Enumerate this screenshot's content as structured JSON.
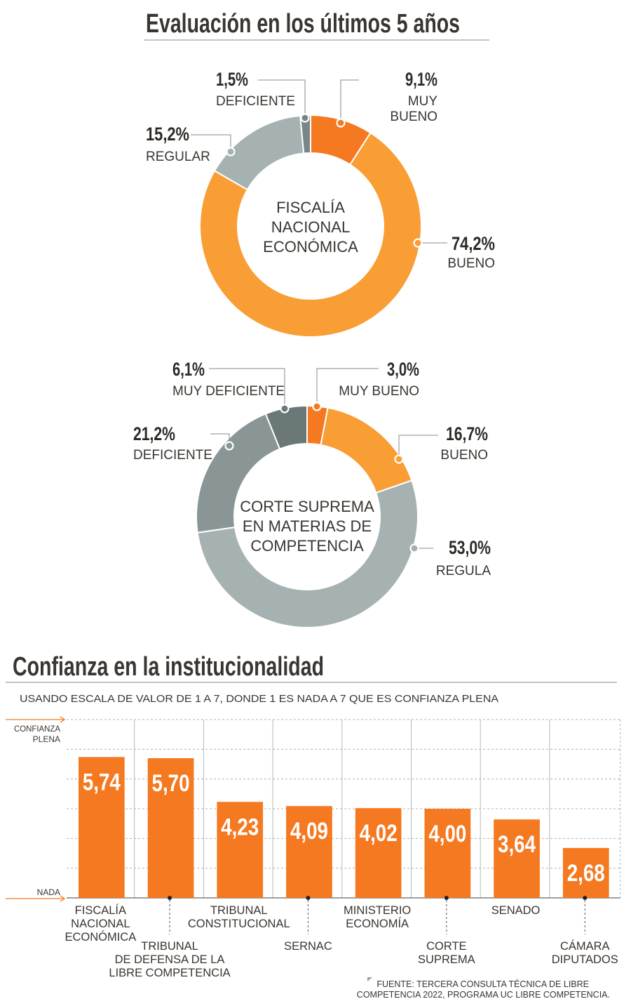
{
  "section1": {
    "title": "Evaluación en los últimos 5 años"
  },
  "section2": {
    "title": "Confianza en la institucionalidad",
    "subtitle": "USANDO ESCALA DE VALOR DE 1 A 7, DONDE 1 ES NADA A 7 QUE ES CONFIANZA PLENA",
    "source": [
      "FUENTE: TERCERA CONSULTA TÉCNICA DE LIBRE",
      "COMPETENCIA 2022, PROGRAMA UC LIBRE COMPETENCIA."
    ]
  },
  "chart_data": [
    {
      "type": "pie",
      "donut": true,
      "center_label": [
        "FISCALÍA",
        "NACIONAL",
        "ECONÓMICA"
      ],
      "slices": [
        {
          "label": [
            "MUY",
            "BUENO"
          ],
          "value_text": "9,1%",
          "value": 9.1,
          "color": "#f47920"
        },
        {
          "label": [
            "BUENO"
          ],
          "value_text": "74,2%",
          "value": 74.2,
          "color": "#f99d35"
        },
        {
          "label": [
            "REGULAR"
          ],
          "value_text": "15,2%",
          "value": 15.2,
          "color": "#a6b2b2"
        },
        {
          "label": [
            "DEFICIENTE"
          ],
          "value_text": "1,5%",
          "value": 1.5,
          "color": "#7a8686"
        }
      ]
    },
    {
      "type": "pie",
      "donut": true,
      "center_label": [
        "CORTE SUPREMA",
        "EN MATERIAS DE",
        "COMPETENCIA"
      ],
      "slices": [
        {
          "label": [
            "MUY BUENO"
          ],
          "value_text": "3,0%",
          "value": 3.0,
          "color": "#f47920"
        },
        {
          "label": [
            "BUENO"
          ],
          "value_text": "16,7%",
          "value": 16.7,
          "color": "#f99d35"
        },
        {
          "label": [
            "REGULA"
          ],
          "value_text": "53,0%",
          "value": 53.0,
          "color": "#a6b2b2"
        },
        {
          "label": [
            "DEFICIENTE"
          ],
          "value_text": "21,2%",
          "value": 21.2,
          "color": "#8a9696"
        },
        {
          "label": [
            "MUY DEFICIENTE"
          ],
          "value_text": "6,1%",
          "value": 6.1,
          "color": "#6b7878"
        }
      ]
    },
    {
      "type": "bar",
      "ylim": [
        1,
        7
      ],
      "y_top_label": [
        "CONFIANZA",
        "PLENA"
      ],
      "y_bottom_label": "NADA",
      "bar_color": "#f47920",
      "grid": true,
      "bars": [
        {
          "value": 5.74,
          "value_text": "5,74",
          "label": [
            "FISCALÍA",
            "NACIONAL",
            "ECONÓMICA"
          ]
        },
        {
          "value": 5.7,
          "value_text": "5,70",
          "label": [
            "TRIBUNAL",
            "DE DEFENSA DE LA",
            "LIBRE COMPETENCIA"
          ]
        },
        {
          "value": 4.23,
          "value_text": "4,23",
          "label": [
            "TRIBUNAL",
            "CONSTITUCIONAL"
          ]
        },
        {
          "value": 4.09,
          "value_text": "4,09",
          "label": [
            "SERNAC"
          ]
        },
        {
          "value": 4.02,
          "value_text": "4,02",
          "label": [
            "MINISTERIO",
            "ECONOMÍA"
          ]
        },
        {
          "value": 4.0,
          "value_text": "4,00",
          "label": [
            "CORTE",
            "SUPREMA"
          ]
        },
        {
          "value": 3.64,
          "value_text": "3,64",
          "label": [
            "SENADO"
          ]
        },
        {
          "value": 2.68,
          "value_text": "2,68",
          "label": [
            "CÁMARA",
            "DIPUTADOS"
          ]
        }
      ]
    }
  ]
}
